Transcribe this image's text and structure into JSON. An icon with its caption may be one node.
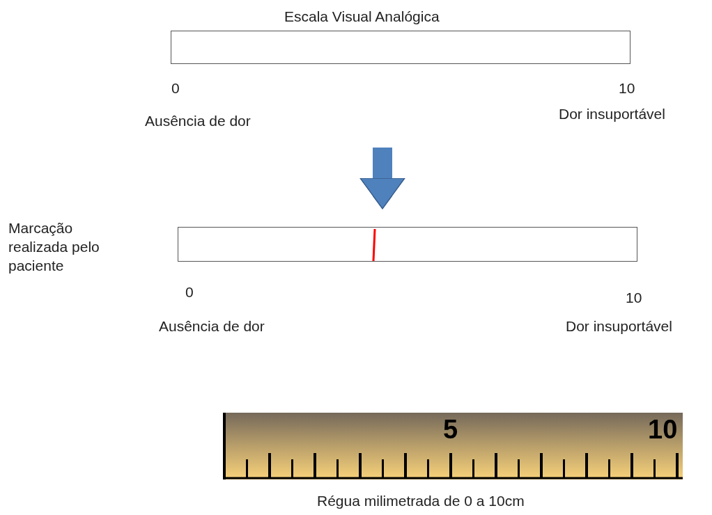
{
  "diagram": {
    "title": "Escala Visual Analógica",
    "nodes": [
      {
        "text": [],
        "shape": "bar"
      },
      {
        "text": [],
        "shape": "bar"
      }
    ],
    "edges": [
      {
        "from": 0,
        "to": 1,
        "arrow": "to"
      }
    ],
    "labels": [
      "0",
      "10",
      "Ausência de dor",
      "Dor insuportável",
      "Marcação realizada pelo paciente",
      "0",
      "10",
      "Ausência de dor",
      "Dor insuportável",
      "5",
      "10",
      "Régua milimetrada de 0 a 10cm"
    ]
  }
}
